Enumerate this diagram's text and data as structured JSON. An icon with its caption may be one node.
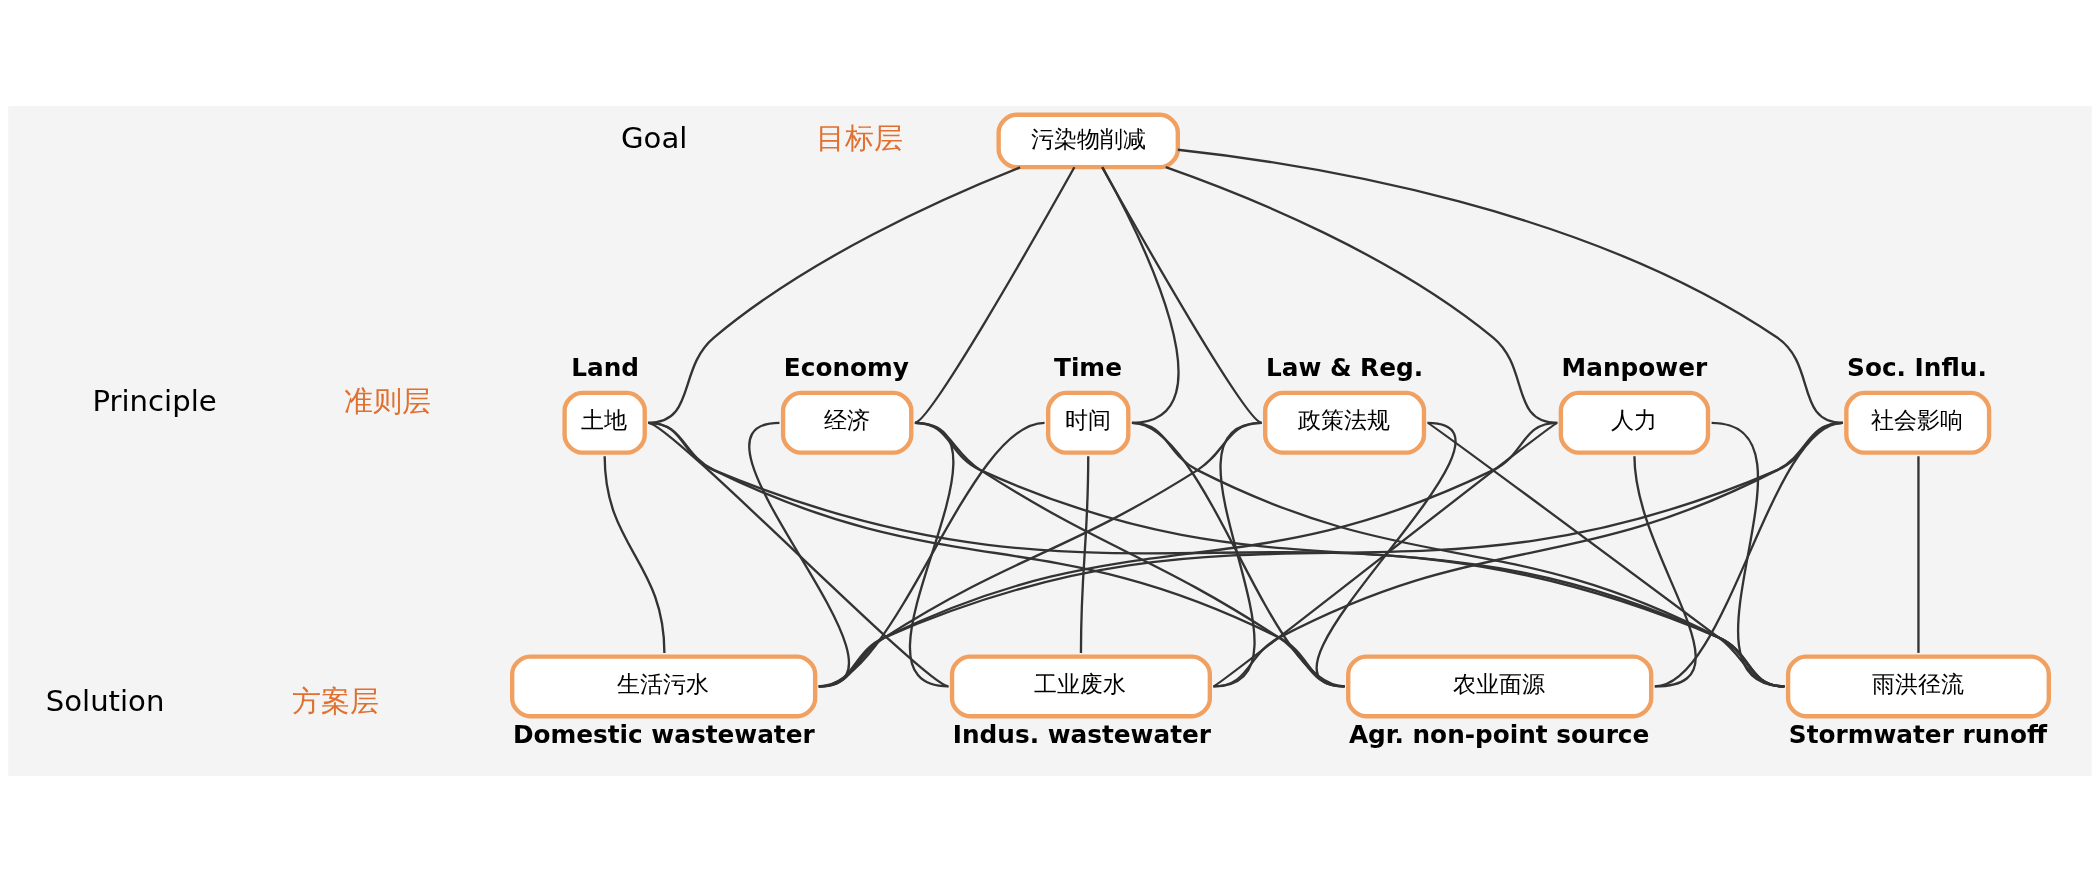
{
  "diagram": {
    "nodes": [
      {
        "text": [
          "污染物削减"
        ]
      },
      {
        "text": [
          "土地"
        ],
        "beside": [
          "Land"
        ]
      },
      {
        "text": [
          "经济"
        ],
        "beside": [
          "Economy"
        ]
      },
      {
        "text": [
          "时间"
        ],
        "beside": [
          "Time"
        ]
      },
      {
        "text": [
          "政策法规"
        ],
        "beside": [
          "Law & Reg."
        ]
      },
      {
        "text": [
          "人力"
        ],
        "beside": [
          "Manpower"
        ]
      },
      {
        "text": [
          "社会影响"
        ],
        "beside": [
          "Soc. Influ."
        ]
      },
      {
        "text": [
          "生活污水"
        ],
        "beside": [
          "Domestic wastewater"
        ]
      },
      {
        "text": [
          "工业废水"
        ],
        "beside": [
          "Indus. wastewater"
        ]
      },
      {
        "text": [
          "农业面源"
        ],
        "beside": [
          "Agr. non-point source"
        ]
      },
      {
        "text": [
          "雨洪径流"
        ],
        "beside": [
          "Stormwater runoff"
        ]
      }
    ],
    "edges": [
      {
        "from": 0,
        "to": 1,
        "arrow": "none"
      },
      {
        "from": 0,
        "to": 2,
        "arrow": "none"
      },
      {
        "from": 0,
        "to": 3,
        "arrow": "none"
      },
      {
        "from": 0,
        "to": 4,
        "arrow": "none"
      },
      {
        "from": 0,
        "to": 5,
        "arrow": "none"
      },
      {
        "from": 0,
        "to": 6,
        "arrow": "none"
      },
      {
        "from": 1,
        "to": 7,
        "arrow": "none"
      },
      {
        "from": 1,
        "to": 8,
        "arrow": "none"
      },
      {
        "from": 1,
        "to": 9,
        "arrow": "none"
      },
      {
        "from": 1,
        "to": 10,
        "arrow": "none"
      },
      {
        "from": 2,
        "to": 7,
        "arrow": "none"
      },
      {
        "from": 2,
        "to": 8,
        "arrow": "none"
      },
      {
        "from": 2,
        "to": 9,
        "arrow": "none"
      },
      {
        "from": 2,
        "to": 10,
        "arrow": "none"
      },
      {
        "from": 3,
        "to": 7,
        "arrow": "none"
      },
      {
        "from": 3,
        "to": 8,
        "arrow": "none"
      },
      {
        "from": 3,
        "to": 9,
        "arrow": "none"
      },
      {
        "from": 3,
        "to": 10,
        "arrow": "none"
      },
      {
        "from": 4,
        "to": 7,
        "arrow": "none"
      },
      {
        "from": 4,
        "to": 8,
        "arrow": "none"
      },
      {
        "from": 4,
        "to": 9,
        "arrow": "none"
      },
      {
        "from": 4,
        "to": 10,
        "arrow": "none"
      },
      {
        "from": 5,
        "to": 7,
        "arrow": "none"
      },
      {
        "from": 5,
        "to": 8,
        "arrow": "none"
      },
      {
        "from": 5,
        "to": 9,
        "arrow": "none"
      },
      {
        "from": 5,
        "to": 10,
        "arrow": "none"
      },
      {
        "from": 6,
        "to": 7,
        "arrow": "none"
      },
      {
        "from": 6,
        "to": 8,
        "arrow": "none"
      },
      {
        "from": 6,
        "to": 9,
        "arrow": "none"
      },
      {
        "from": 6,
        "to": 10,
        "arrow": "none"
      }
    ],
    "labels": [
      "Goal",
      "目标层",
      "Principle",
      "准则层",
      "Solution",
      "方案层"
    ]
  }
}
